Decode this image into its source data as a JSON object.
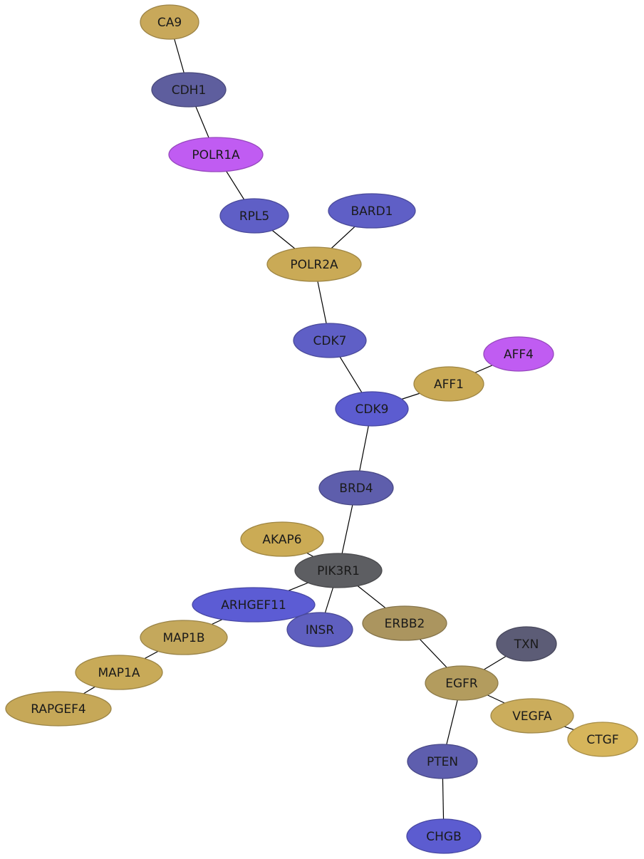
{
  "diagram": {
    "nodes": [
      {
        "id": "CA9",
        "label": "CA9",
        "color": "#c8a85a"
      },
      {
        "id": "CDH1",
        "label": "CDH1",
        "color": "#5e5e9e"
      },
      {
        "id": "POLR1A",
        "label": "POLR1A",
        "color": "#c05cf2"
      },
      {
        "id": "RPL5",
        "label": "RPL5",
        "color": "#5f5fc6"
      },
      {
        "id": "BARD1",
        "label": "BARD1",
        "color": "#5f5fc6"
      },
      {
        "id": "POLR2A",
        "label": "POLR2A",
        "color": "#caaa56"
      },
      {
        "id": "CDK7",
        "label": "CDK7",
        "color": "#5f5fc6"
      },
      {
        "id": "AFF4",
        "label": "AFF4",
        "color": "#c05cf2"
      },
      {
        "id": "AFF1",
        "label": "AFF1",
        "color": "#caaa56"
      },
      {
        "id": "CDK9",
        "label": "CDK9",
        "color": "#5c5cd0"
      },
      {
        "id": "BRD4",
        "label": "BRD4",
        "color": "#5e5eac"
      },
      {
        "id": "AKAP6",
        "label": "AKAP6",
        "color": "#cbab55"
      },
      {
        "id": "PIK3R1",
        "label": "PIK3R1",
        "color": "#5d5e62"
      },
      {
        "id": "ARHGEF11",
        "label": "ARHGEF11",
        "color": "#5c5cd4"
      },
      {
        "id": "INSR",
        "label": "INSR",
        "color": "#5f5fc0"
      },
      {
        "id": "ERBB2",
        "label": "ERBB2",
        "color": "#ab955f"
      },
      {
        "id": "MAP1B",
        "label": "MAP1B",
        "color": "#c4a85c"
      },
      {
        "id": "MAP1A",
        "label": "MAP1A",
        "color": "#c8aa58"
      },
      {
        "id": "RAPGEF4",
        "label": "RAPGEF4",
        "color": "#c6a858"
      },
      {
        "id": "TXN",
        "label": "TXN",
        "color": "#5c5c76"
      },
      {
        "id": "EGFR",
        "label": "EGFR",
        "color": "#b39c5e"
      },
      {
        "id": "VEGFA",
        "label": "VEGFA",
        "color": "#cbad5c"
      },
      {
        "id": "CTGF",
        "label": "CTGF",
        "color": "#d6b55b"
      },
      {
        "id": "PTEN",
        "label": "PTEN",
        "color": "#5e5eae"
      },
      {
        "id": "CHGB",
        "label": "CHGB",
        "color": "#5c5cd0"
      }
    ],
    "edges": [
      [
        "CA9",
        "CDH1"
      ],
      [
        "CDH1",
        "POLR1A"
      ],
      [
        "POLR1A",
        "RPL5"
      ],
      [
        "RPL5",
        "POLR2A"
      ],
      [
        "BARD1",
        "POLR2A"
      ],
      [
        "POLR2A",
        "CDK7"
      ],
      [
        "CDK7",
        "CDK9"
      ],
      [
        "AFF4",
        "AFF1"
      ],
      [
        "AFF1",
        "CDK9"
      ],
      [
        "CDK9",
        "BRD4"
      ],
      [
        "BRD4",
        "PIK3R1"
      ],
      [
        "AKAP6",
        "PIK3R1"
      ],
      [
        "PIK3R1",
        "ARHGEF11"
      ],
      [
        "PIK3R1",
        "INSR"
      ],
      [
        "PIK3R1",
        "ERBB2"
      ],
      [
        "ARHGEF11",
        "MAP1B"
      ],
      [
        "MAP1B",
        "MAP1A"
      ],
      [
        "MAP1A",
        "RAPGEF4"
      ],
      [
        "ERBB2",
        "EGFR"
      ],
      [
        "TXN",
        "EGFR"
      ],
      [
        "EGFR",
        "VEGFA"
      ],
      [
        "VEGFA",
        "CTGF"
      ],
      [
        "EGFR",
        "PTEN"
      ],
      [
        "PTEN",
        "CHGB"
      ]
    ]
  }
}
